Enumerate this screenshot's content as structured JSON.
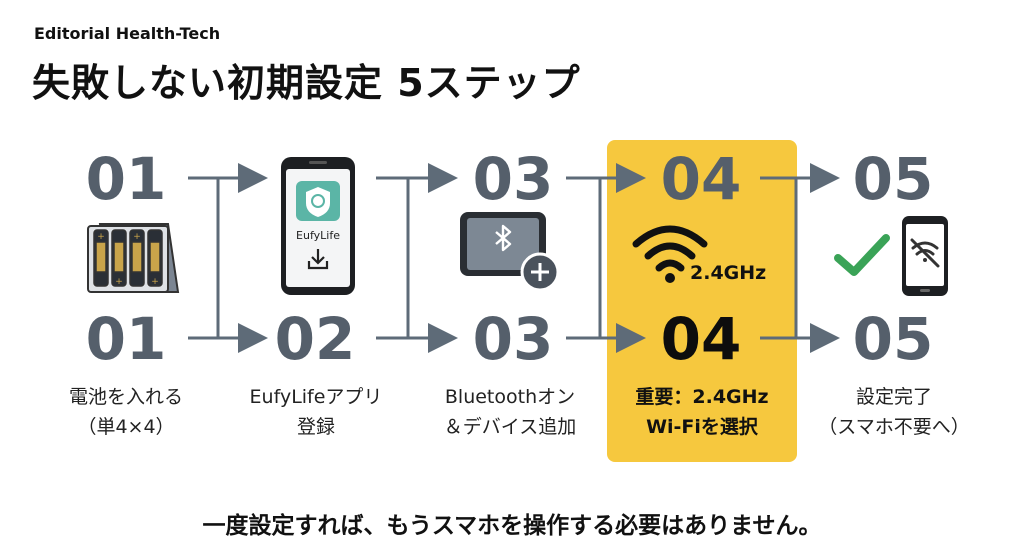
{
  "brand": "Editorial Health-Tech",
  "title": "失敗しない初期設定 5ステップ",
  "steps_top": [
    "01",
    "",
    "03",
    "04",
    "05"
  ],
  "steps": [
    {
      "num": "01",
      "line1": "電池を入れる",
      "line2": "（単4×4）"
    },
    {
      "num": "02",
      "line1": "EufyLifeアプリ",
      "line2": "登録"
    },
    {
      "num": "03",
      "line1": "Bluetoothオン",
      "line2": "＆デバイス追加"
    },
    {
      "num": "04",
      "line1": "重要：2.4GHz",
      "line2": "Wi-Fiを選択"
    },
    {
      "num": "05",
      "line1": "設定完了",
      "line2": "（スマホ不要へ）"
    }
  ],
  "app_name": "EufyLife",
  "wifi_band": "2.4GHz",
  "footer": "一度設定すれば、もうスマホを操作する必要はありません。",
  "colors": {
    "highlight": "#f6c83e",
    "number": "#555f6b",
    "check": "#3aa357",
    "line": "#5e6b78"
  },
  "icons": [
    "battery-pack-icon",
    "phone-app-icon",
    "download-icon",
    "bluetooth-tablet-icon",
    "plus-icon",
    "wifi-icon",
    "check-icon",
    "phone-wifi-off-icon"
  ]
}
